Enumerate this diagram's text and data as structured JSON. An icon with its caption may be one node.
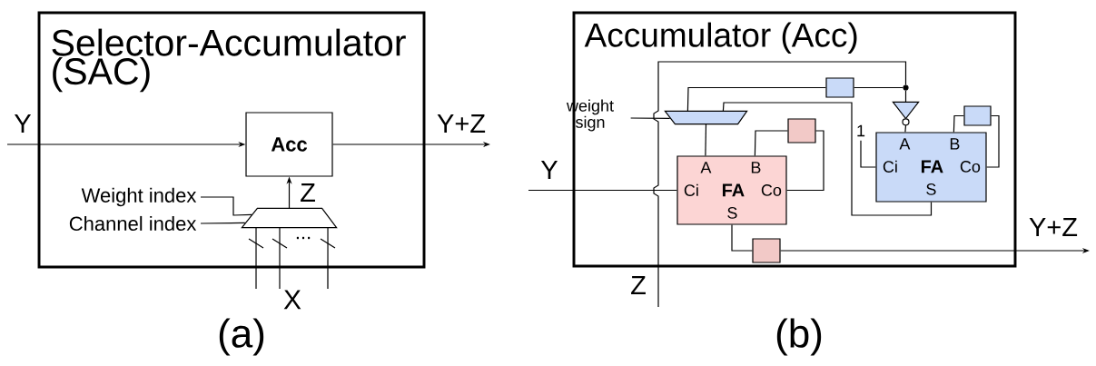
{
  "diagram": {
    "nodes": [
      {
        "text": [
          "Selector-Accumulator (SAC)"
        ]
      },
      {
        "text": [
          "Acc"
        ],
        "in": 0
      },
      {
        "text": [],
        "shape": "trapezoid",
        "in": 0
      },
      {
        "text": [
          "Weight index"
        ],
        "in": 0
      },
      {
        "text": [
          "Channel index"
        ],
        "in": 0
      },
      {
        "text": [
          "X"
        ]
      },
      {
        "text": [
          "Accumulator (Acc)"
        ]
      },
      {
        "text": [
          "weight sign"
        ],
        "in": 6
      },
      {
        "text": [],
        "shape": "trapezoid",
        "in": 6
      },
      {
        "text": [],
        "shape": "box",
        "in": 6
      },
      {
        "text": [],
        "shape": "triangle",
        "in": 6
      },
      {
        "text": [
          "1"
        ],
        "in": 6
      },
      {
        "text": [
          "A",
          "B",
          "Ci",
          "FA",
          "Co",
          "S"
        ],
        "in": 6
      },
      {
        "text": [],
        "shape": "box",
        "in": 6
      },
      {
        "text": [
          "A",
          "B",
          "Ci",
          "FA",
          "Co",
          "S"
        ],
        "in": 6
      },
      {
        "text": [],
        "shape": "box",
        "in": 6
      },
      {
        "text": [],
        "shape": "box",
        "in": 6
      },
      {
        "text": [],
        "shape": "circle",
        "in": 6
      }
    ],
    "edges": [
      {
        "from": null,
        "to": 1,
        "arrow": "to",
        "label": "Y"
      },
      {
        "from": 1,
        "to": null,
        "arrow": "to",
        "label": "Y+Z"
      },
      {
        "from": 2,
        "to": 1,
        "arrow": "to",
        "label": "Z"
      },
      {
        "from": 3,
        "to": 2,
        "arrow": "none"
      },
      {
        "from": 4,
        "to": 2,
        "arrow": "none"
      },
      {
        "from": 5,
        "to": 2,
        "arrow": "none"
      },
      {
        "from": 5,
        "to": 2,
        "arrow": "none"
      },
      {
        "from": 5,
        "to": 2,
        "arrow": "none"
      },
      {
        "from": null,
        "to": 12,
        "arrow": "none",
        "label": "Y"
      },
      {
        "from": 7,
        "to": 8,
        "arrow": "none"
      },
      {
        "from": null,
        "to": 17,
        "arrow": "none",
        "label": "Z"
      },
      {
        "from": 17,
        "to": 9,
        "arrow": "none"
      },
      {
        "from": 9,
        "to": 8,
        "arrow": "none"
      },
      {
        "from": 14,
        "to": 8,
        "arrow": "none"
      },
      {
        "from": 8,
        "to": 12,
        "arrow": "none"
      },
      {
        "from": 12,
        "to": 13,
        "arrow": "none"
      },
      {
        "from": 13,
        "to": 12,
        "arrow": "none"
      },
      {
        "from": 12,
        "to": 16,
        "arrow": "none"
      },
      {
        "from": 16,
        "to": null,
        "arrow": "to",
        "label": "Y+Z"
      },
      {
        "from": 10,
        "to": 14,
        "arrow": "none"
      },
      {
        "from": 11,
        "to": 14,
        "arrow": "none"
      },
      {
        "from": 14,
        "to": 15,
        "arrow": "none"
      },
      {
        "from": 15,
        "to": 14,
        "arrow": "none"
      },
      {
        "from": 17,
        "to": 10,
        "arrow": "none"
      }
    ],
    "labels": [
      "...",
      "(a)",
      "(b)"
    ]
  }
}
